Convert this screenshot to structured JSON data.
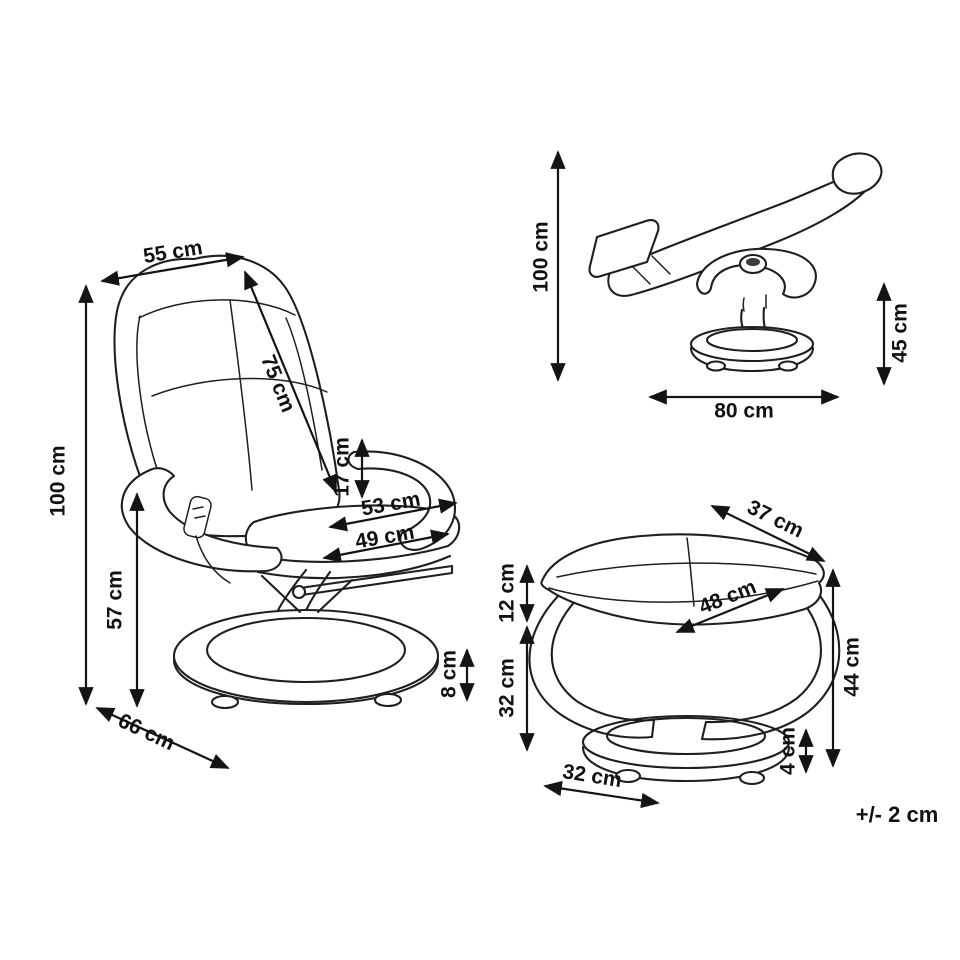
{
  "diagram": {
    "tolerance_label": "+/- 2 cm",
    "chair_front": {
      "backrest_width": "55 cm",
      "backrest_length": "75 cm",
      "overall_height": "100 cm",
      "armrest_height_above_seat": "17 cm",
      "seat_width_top": "53 cm",
      "seat_width": "49 cm",
      "seat_height": "57 cm",
      "base_height": "8 cm",
      "depth": "66 cm"
    },
    "chair_reclined": {
      "overall_height": "100 cm",
      "armrest_height": "45 cm",
      "base_depth": "80 cm"
    },
    "footstool": {
      "seat_depth": "37 cm",
      "cushion_thickness": "12 cm",
      "seat_width": "48 cm",
      "leg_height": "32 cm",
      "overall_height": "44 cm",
      "foot_height": "4 cm",
      "base_width": "32 cm"
    }
  }
}
